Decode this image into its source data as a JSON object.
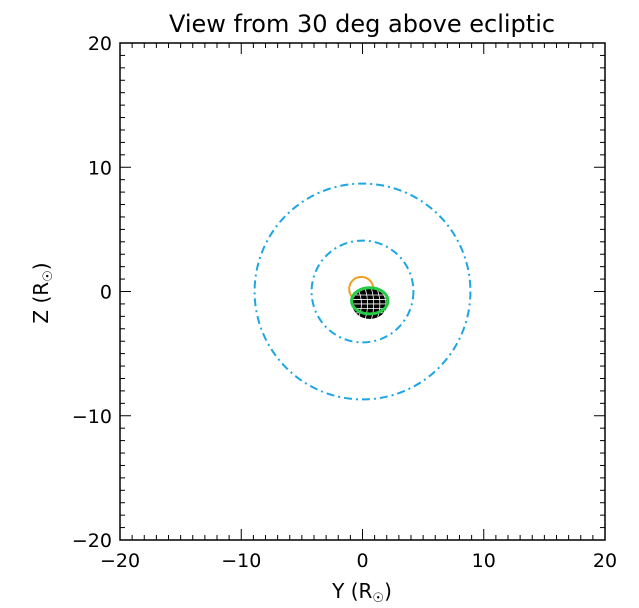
{
  "chart_data": {
    "type": "scatter",
    "title": "View from 30 deg above ecliptic",
    "xlabel": "Y (R",
    "ylabel": "Z (R",
    "unit_symbol": "☉",
    "xlim": [
      -20,
      20
    ],
    "ylim": [
      -20,
      20
    ],
    "xticks": [
      -20,
      -10,
      0,
      10,
      20
    ],
    "yticks": [
      -20,
      -10,
      0,
      10,
      20
    ],
    "xtick_labels": [
      "−20",
      "−10",
      "0",
      "10",
      "20"
    ],
    "ytick_labels": [
      "−20",
      "−10",
      "0",
      "10",
      "20"
    ],
    "minor_tick_step": 1,
    "grid": false,
    "colors": {
      "axes": "#000000",
      "orbit": "#1ca6e3",
      "sun_ring": "#f0a020",
      "fit": "#22cc44",
      "body": "#000000"
    },
    "series": [
      {
        "kind": "dash-dot circle",
        "cx": 0,
        "cy": 0,
        "r": 8.9,
        "color": "#1ca6e3"
      },
      {
        "kind": "dash-dot circle",
        "cx": 0,
        "cy": 0,
        "r": 4.2,
        "color": "#1ca6e3"
      },
      {
        "kind": "circle",
        "cx": -0.1,
        "cy": 0.2,
        "r": 1.0,
        "color": "#f0a020"
      },
      {
        "kind": "filled mesh ellipse",
        "cx": 0.6,
        "cy": -1.0,
        "rx": 1.45,
        "ry": 1.2,
        "color": "#000000"
      },
      {
        "kind": "outline ellipse",
        "cx": 0.6,
        "cy": -0.75,
        "rx": 1.5,
        "ry": 1.05,
        "color": "#22cc44"
      }
    ]
  }
}
